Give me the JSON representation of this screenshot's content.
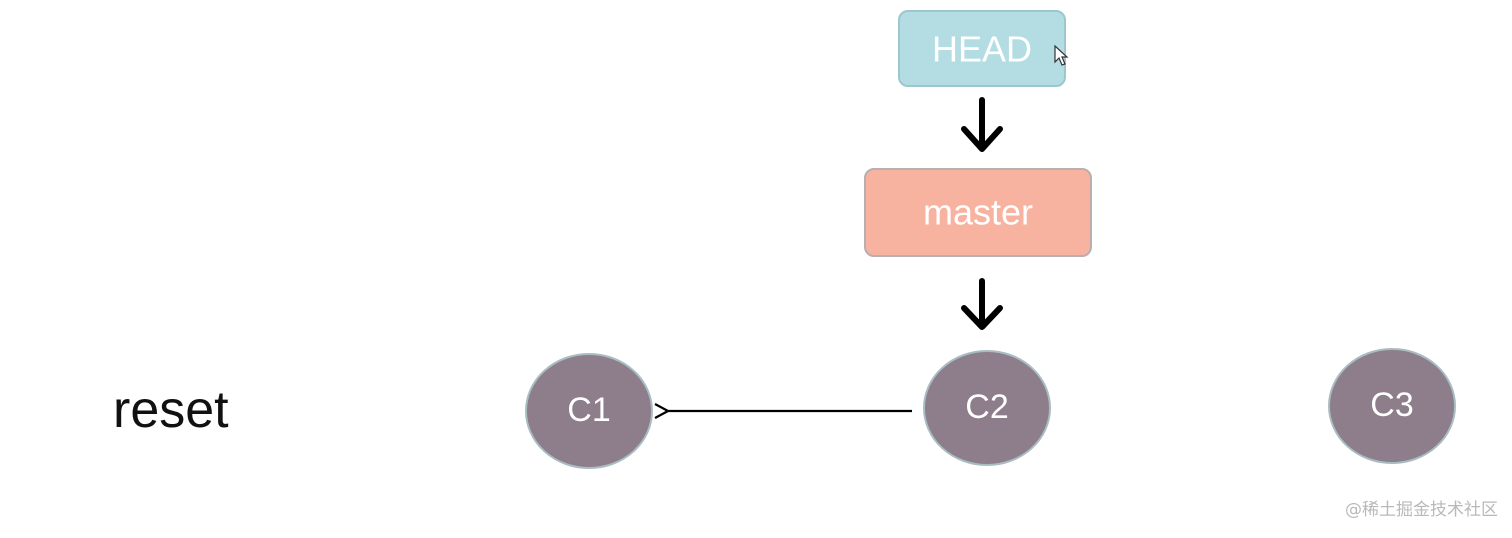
{
  "diagram": {
    "label": "reset",
    "head": {
      "text": "HEAD",
      "fill": "#b3dde3",
      "stroke": "#9cc7cd"
    },
    "branch": {
      "text": "master",
      "fill": "#f8b3a0",
      "stroke": "#b9aeb0"
    },
    "commits": [
      {
        "id": "c1",
        "text": "C1"
      },
      {
        "id": "c2",
        "text": "C2"
      },
      {
        "id": "c3",
        "text": "C3"
      }
    ],
    "commit_fill": "#8e7d8a",
    "commit_stroke": "#a8bdc2",
    "edges": [
      {
        "from": "HEAD",
        "to": "master",
        "style": "bold-arrow"
      },
      {
        "from": "master",
        "to": "C2",
        "style": "bold-arrow"
      },
      {
        "from": "C2",
        "to": "C1",
        "style": "thin-arrow"
      }
    ]
  },
  "watermark": "@稀土掘金技术社区"
}
